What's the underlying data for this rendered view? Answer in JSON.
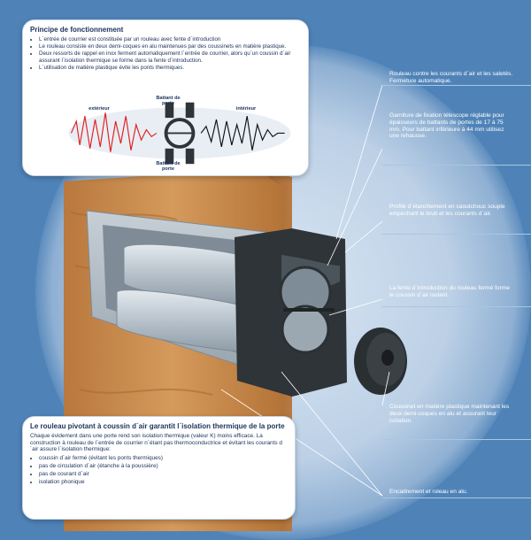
{
  "top_panel": {
    "title": "Principe de fonctionnement",
    "bullets": [
      "L´entrée de courrier est constituée par un rouleau avec fente d´introduction",
      "Le rouleau consiste en deux demi-coques en alu maintenues par des coussinets en matière plastique.",
      "Deux ressorts de rappel en inox ferment automatiquement l´entrée de courrier, alors qu´un coussin d´air assurant l´isolation thermique se forme dans la fente d´introduction.",
      "L´utilisation de matière plastique évite les ponts thermiques."
    ],
    "diagram": {
      "exterior_label": "extérieur",
      "interior_label": "intérieur",
      "door_leaf_top": "Battant de porte",
      "door_leaf_bottom": "Battant de porte"
    }
  },
  "bottom_panel": {
    "title": "Le rouleau pivotant à coussin d´air garantit l´isolation thermique de la porte",
    "intro": "Chaque évidement dans une porte rend son isolation thermique (valeur K) moins efficace. La construction à rouleau de l´entrée de courrier n´étant pas thermoconductrice et évitant les courants d´air assure l´isolation thermique:",
    "bullets": [
      "coussin d´air fermé (évitant les ponts thermiques)",
      "pas de circulation d´air (étanche à la poussière)",
      "pas de courant d´air",
      "isolation phonique"
    ]
  },
  "callouts": [
    "Rouleau contre les courants d´air et les saletés. Fermeture automatique.",
    "Garniture de fixation télescope réglable pour épaisseurs de battants de portes de 17 à 75 mm. Pour battant inférieure à 44 mm utilisez une rehausse.",
    "Profilé d´étanchement en caoutchouc souple empechant le bruit et les courants d´air.",
    "La fente d´introduction du rouleau fermé forme le coussin d´air isolant.",
    "Coussinet en matière plastique maintenant les deux demi-coques en alu et assurant leur isolation.",
    "Encadrement et roleau en alu."
  ],
  "colors": {
    "background": "#4f83b8",
    "text_dark": "#1f3560",
    "exterior_wave": "#e02020",
    "interior_wave": "#111111",
    "wood": "#c98d4e",
    "aluminium": "#b9c3cb"
  }
}
